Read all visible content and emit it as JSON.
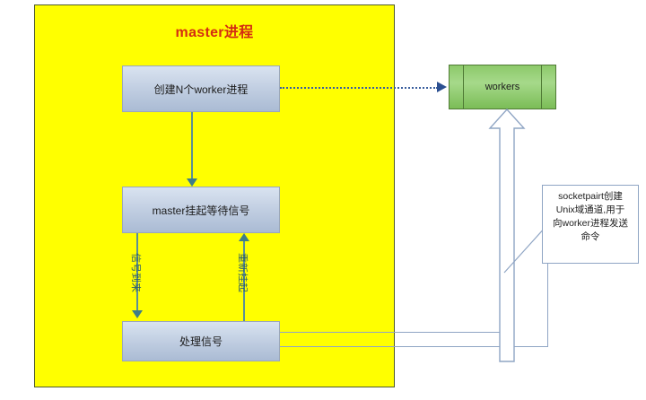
{
  "diagram": {
    "title": "master进程",
    "panel": {
      "label": "master-process-panel"
    },
    "boxes": {
      "create_workers": "创建N个worker进程",
      "master_suspend": "master挂起等待信号",
      "handle_signal": "处理信号",
      "workers": "workers"
    },
    "edge_labels": {
      "signal_arrive": "信号到来",
      "resuspend": "重新挂起"
    },
    "callout": {
      "line1": "socketpairt创建",
      "line2": "Unix域通道,用于",
      "line3": "向worker进程发送",
      "line4": "命令"
    },
    "colors": {
      "panel_fill": "#ffff00",
      "panel_border": "#4f5b2a",
      "title_text": "#d42d12",
      "box_fill_top": "#d9e3f0",
      "box_fill_bottom": "#aabbd4",
      "box_border": "#9aa6bb",
      "workers_fill_top": "#8cc96a",
      "workers_fill_bottom": "#7bbd57",
      "workers_border": "#4f7a35",
      "arrow_solid": "#3f7d88",
      "arrow_dotted": "#2b4f91",
      "connector": "#8fa5c4"
    }
  }
}
